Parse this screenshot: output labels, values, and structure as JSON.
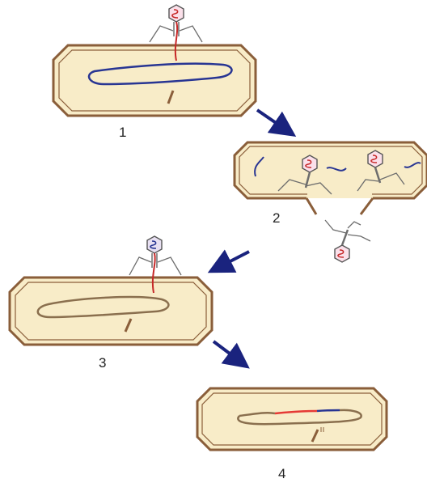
{
  "steps": [
    {
      "label": "1"
    },
    {
      "label": "2"
    },
    {
      "label": "3"
    },
    {
      "label": "4"
    }
  ],
  "colors": {
    "cell_fill": "#f8ecc8",
    "cell_outline": "#8a5e3a",
    "bacterial_dna_step1": "#283593",
    "bacterial_dna_other": "#8a6f4e",
    "phage_dna": "#c62828",
    "recombinant_segment_red": "#e53935",
    "recombinant_segment_blue": "#283593",
    "arrow": "#1a237e",
    "phage_tail": "#6d6d6d"
  },
  "icons": [
    "bacterial-cell",
    "bacteriophage",
    "arrow",
    "dna-strand"
  ]
}
